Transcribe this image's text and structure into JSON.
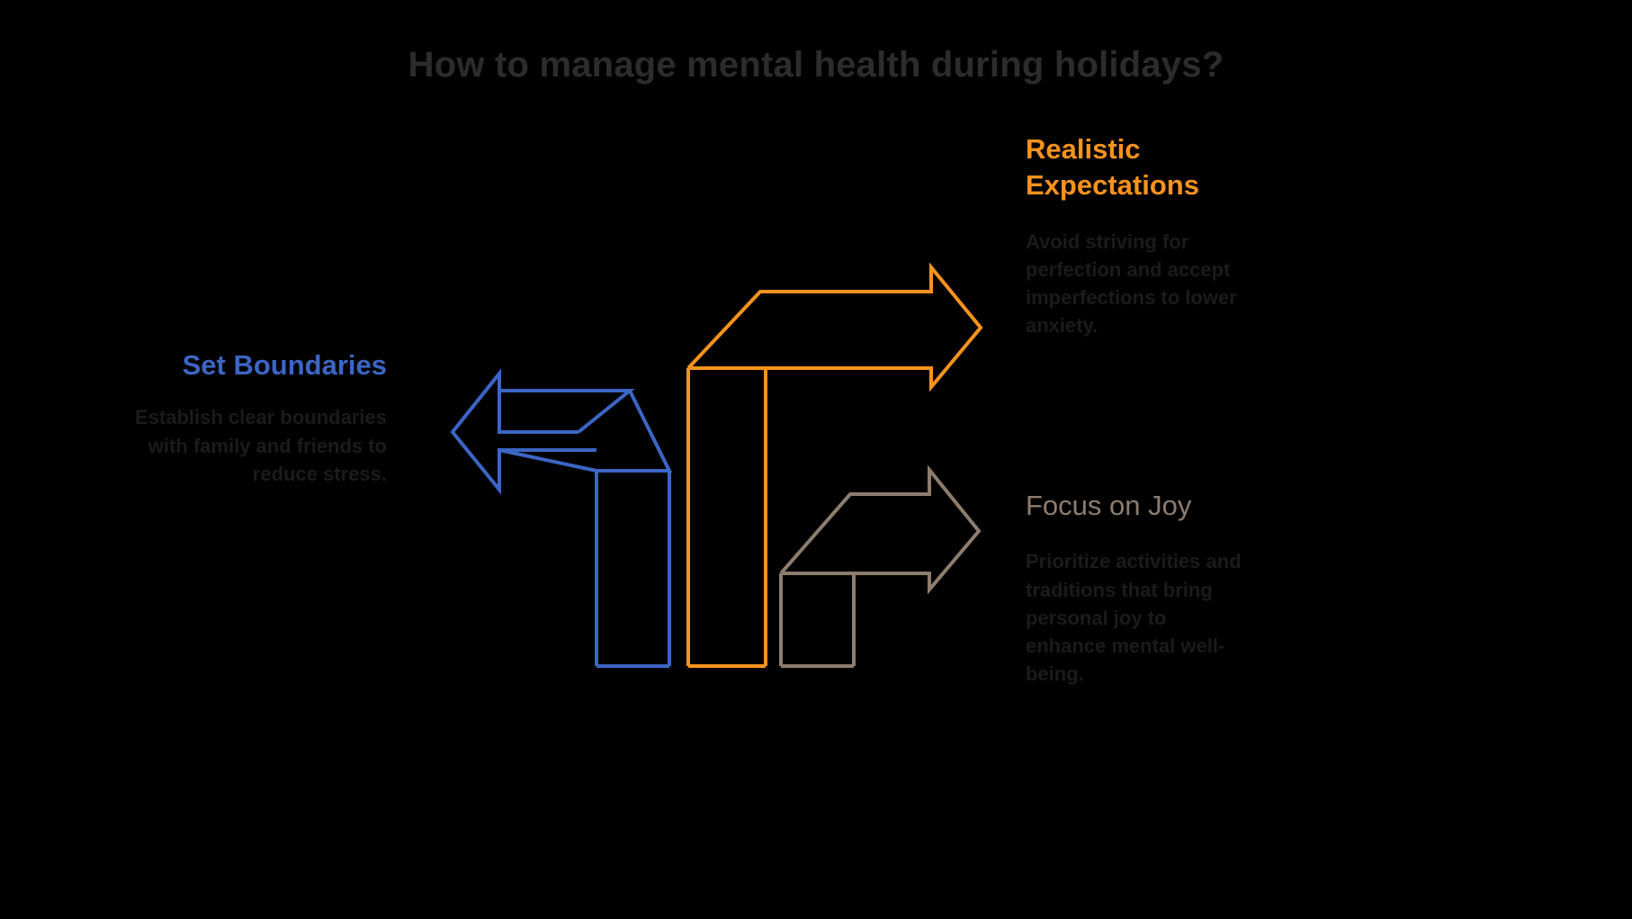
{
  "page": {
    "background_color": "#000000",
    "title": "How to manage mental health during holidays?",
    "title_color": "#2c2c2c"
  },
  "blocks": [
    {
      "id": "set-boundaries",
      "heading": "Set Boundaries",
      "body": "Establish clear boundaries with family and friends to reduce stress.",
      "color": "#3c66c4",
      "body_color": "#1b1b1b",
      "arrow_direction": "left",
      "align": "right"
    },
    {
      "id": "realistic-expectations",
      "heading": "Realistic Expectations",
      "body": "Avoid striving for perfection and accept imperfections to lower anxiety.",
      "color": "#f7931e",
      "body_color": "#1b1b1b",
      "arrow_direction": "right",
      "align": "left"
    },
    {
      "id": "focus-on-joy",
      "heading": "Focus on Joy",
      "body": "Prioritize activities and traditions that bring personal joy to enhance mental well-being.",
      "color": "#8d7d6e",
      "body_color": "#1b1b1b",
      "arrow_direction": "right",
      "align": "left"
    }
  ],
  "arrows": {
    "stroke_width": 4,
    "fill": "none",
    "style": "isometric-block-arrow-outline"
  }
}
